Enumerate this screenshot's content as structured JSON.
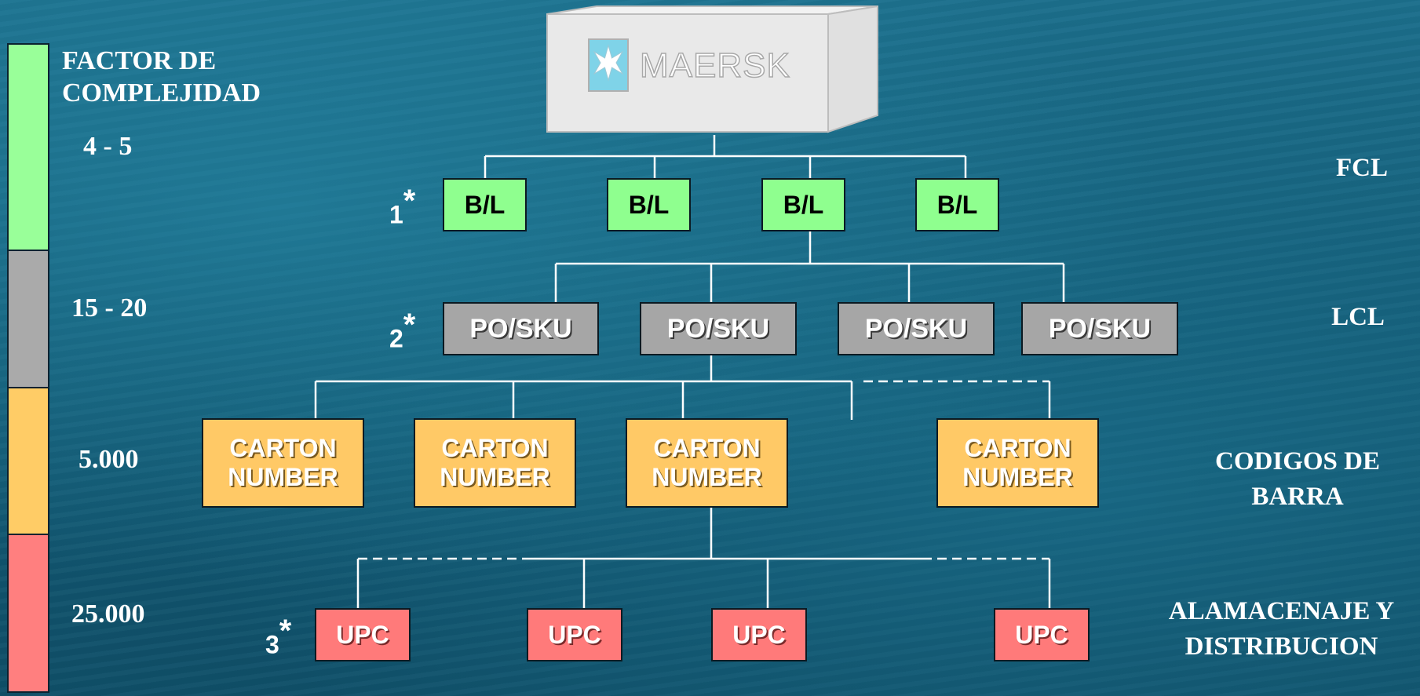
{
  "scale": {
    "title_line1": "FACTOR DE",
    "title_line2": "COMPLEJIDAD",
    "levels": [
      {
        "value": "4 - 5",
        "color": "#99ff99"
      },
      {
        "value": "15 - 20",
        "color": "#aaaaaa"
      },
      {
        "value": "5.000",
        "color": "#ffcc66"
      },
      {
        "value": "25.000",
        "color": "#ff7f7f"
      }
    ]
  },
  "container": {
    "brand": "MAERSK",
    "logo_icon": "star-icon"
  },
  "level_numbers": {
    "n1": "1",
    "n2": "2",
    "n3": "3",
    "star": "*"
  },
  "nodes": {
    "bl": [
      "B/L",
      "B/L",
      "B/L",
      "B/L"
    ],
    "po": [
      "PO/SKU",
      "PO/SKU",
      "PO/SKU",
      "PO/SKU"
    ],
    "carton": [
      {
        "l1": "CARTON",
        "l2": "NUMBER"
      },
      {
        "l1": "CARTON",
        "l2": "NUMBER"
      },
      {
        "l1": "CARTON",
        "l2": "NUMBER"
      },
      {
        "l1": "CARTON",
        "l2": "NUMBER"
      }
    ],
    "upc": [
      "UPC",
      "UPC",
      "UPC",
      "UPC"
    ]
  },
  "side_labels": {
    "fcl": "FCL",
    "lcl": "LCL",
    "codigos_l1": "CODIGOS DE",
    "codigos_l2": "BARRA",
    "alm_l1": "ALAMACENAJE Y",
    "alm_l2": "DISTRIBUCION"
  }
}
